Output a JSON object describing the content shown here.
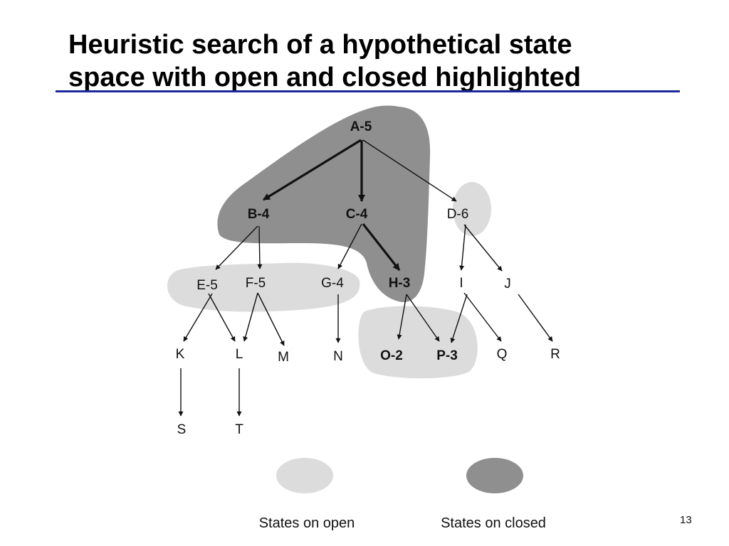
{
  "slide": {
    "title_line1": "Heuristic search of a hypothetical state",
    "title_line2": "space with open and closed highlighted",
    "page_number": "13",
    "rule_color": "#1a2a9c"
  },
  "colors": {
    "open": "#dcdcdc",
    "closed": "#8f8f8f",
    "edge": "#111111"
  },
  "nodes": {
    "A": {
      "label": "A-5",
      "state": "closed"
    },
    "B": {
      "label": "B-4",
      "state": "closed"
    },
    "C": {
      "label": "C-4",
      "state": "closed"
    },
    "D": {
      "label": "D-6",
      "state": "open"
    },
    "E": {
      "label": "E-5",
      "state": "open"
    },
    "F": {
      "label": "F-5",
      "state": "open"
    },
    "G": {
      "label": "G-4",
      "state": "open"
    },
    "H": {
      "label": "H-3",
      "state": "closed"
    },
    "I": {
      "label": "I",
      "state": "none"
    },
    "J": {
      "label": "J",
      "state": "none"
    },
    "K": {
      "label": "K",
      "state": "none"
    },
    "L": {
      "label": "L",
      "state": "none"
    },
    "M": {
      "label": "M",
      "state": "none"
    },
    "N": {
      "label": "N",
      "state": "none"
    },
    "O": {
      "label": "O-2",
      "state": "open"
    },
    "P": {
      "label": "P-3",
      "state": "open"
    },
    "Q": {
      "label": "Q",
      "state": "none"
    },
    "R": {
      "label": "R",
      "state": "none"
    },
    "S": {
      "label": "S",
      "state": "none"
    },
    "T": {
      "label": "T",
      "state": "none"
    }
  },
  "edges": [
    {
      "from": "A",
      "to": "B",
      "on_path": true
    },
    {
      "from": "A",
      "to": "C",
      "on_path": true
    },
    {
      "from": "A",
      "to": "D",
      "on_path": false
    },
    {
      "from": "B",
      "to": "E",
      "on_path": false
    },
    {
      "from": "B",
      "to": "F",
      "on_path": false
    },
    {
      "from": "C",
      "to": "G",
      "on_path": false
    },
    {
      "from": "C",
      "to": "H",
      "on_path": true
    },
    {
      "from": "D",
      "to": "I",
      "on_path": false
    },
    {
      "from": "D",
      "to": "J",
      "on_path": false
    },
    {
      "from": "E",
      "to": "K",
      "on_path": false
    },
    {
      "from": "E",
      "to": "L",
      "on_path": false
    },
    {
      "from": "F",
      "to": "L",
      "on_path": false
    },
    {
      "from": "F",
      "to": "M",
      "on_path": false
    },
    {
      "from": "G",
      "to": "N",
      "on_path": false
    },
    {
      "from": "H",
      "to": "O",
      "on_path": false
    },
    {
      "from": "H",
      "to": "P",
      "on_path": false
    },
    {
      "from": "I",
      "to": "P",
      "on_path": false
    },
    {
      "from": "I",
      "to": "Q",
      "on_path": false
    },
    {
      "from": "J",
      "to": "R",
      "on_path": false
    },
    {
      "from": "K",
      "to": "S",
      "on_path": false
    },
    {
      "from": "L",
      "to": "T",
      "on_path": false
    }
  ],
  "legend": {
    "open_label": "States on open",
    "closed_label": "States on closed"
  }
}
